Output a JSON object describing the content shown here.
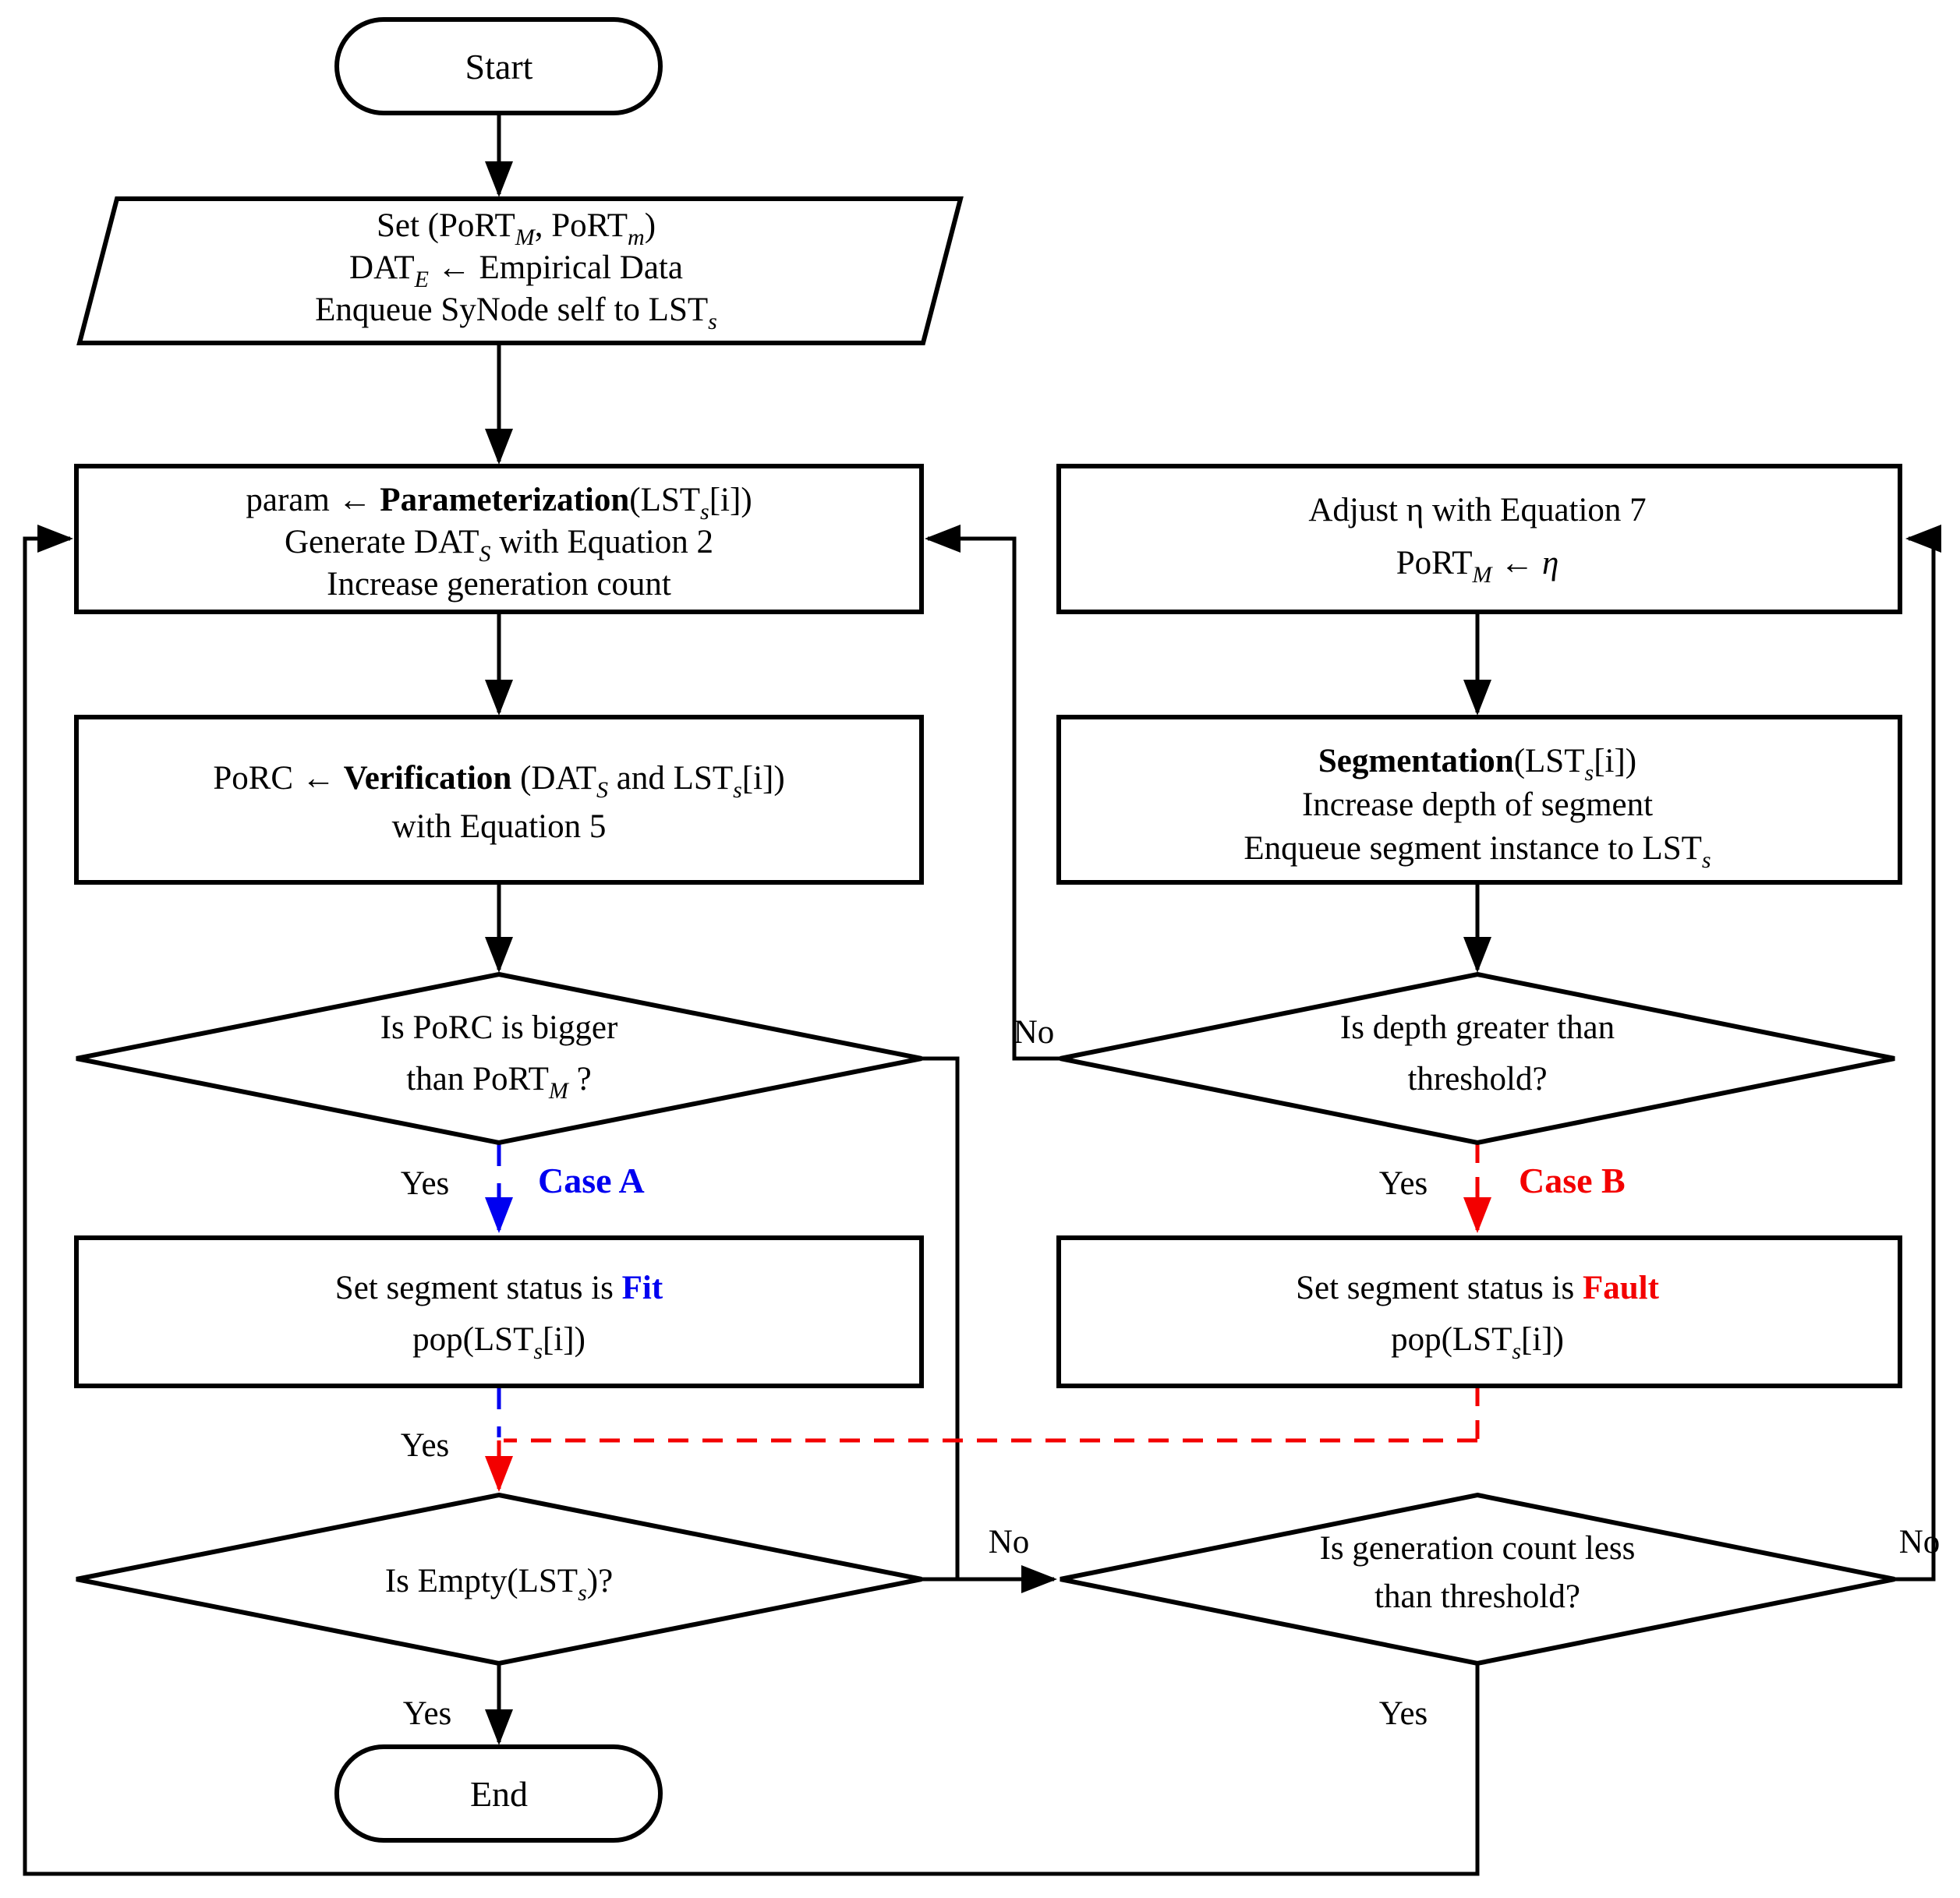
{
  "colors": {
    "accent_blue": "#0000f0",
    "accent_red": "#f30000",
    "line": "#000000",
    "background": "#ffffff"
  },
  "nodes": {
    "start": {
      "label": "Start"
    },
    "init": {
      "l1a": "Set (PoRT",
      "l1sub1": "M",
      "l1b": ", PoRT",
      "l1sub2": "m",
      "l1c": ")",
      "l2a": "DAT",
      "l2sub": "E",
      "l2b": " ← Empirical Data",
      "l3a": "Enqueue SyNode self to LST",
      "l3sub": "s"
    },
    "parameterization": {
      "l1a": "param ← ",
      "l1bold": "Parameterization",
      "l1b": "(LST",
      "l1sub": "s",
      "l1c": "[i])",
      "l2a": "Generate DAT",
      "l2sub": "S",
      "l2b": " with Equation 2",
      "l3": "Increase generation count"
    },
    "verification": {
      "l1a": "PoRC ← ",
      "l1bold": "Verification",
      "l1b": " (DAT",
      "l1sub1": "S",
      "l1c": " and LST",
      "l1sub2": "s",
      "l1d": "[i])",
      "l2": "with Equation 5"
    },
    "porc_decision": {
      "l1": "Is PoRC is bigger",
      "l2a": "than PoRT",
      "l2sub": "M",
      "l2b": " ?"
    },
    "fit": {
      "l1a": "Set segment status is ",
      "l1status": "Fit",
      "l2a": "pop(LST",
      "l2sub": "s",
      "l2b": "[i])"
    },
    "empty_decision": {
      "l1a": "Is Empty(LST",
      "l1sub": "s",
      "l1b": ")?"
    },
    "end": {
      "label": "End"
    },
    "adjust": {
      "l1": "Adjust η with Equation 7",
      "l2a": "PoRT",
      "l2sub": "M",
      "l2b": " ← ",
      "l2eta": "η"
    },
    "segmentation": {
      "l1bold": "Segmentation",
      "l1a": "(LST",
      "l1sub": "s",
      "l1b": "[i])",
      "l2": "Increase depth of segment",
      "l3a": "Enqueue segment instance to LST",
      "l3sub": "s"
    },
    "depth_decision": {
      "l1": "Is depth greater than",
      "l2": "threshold?"
    },
    "fault": {
      "l1a": "Set segment status is ",
      "l1status": "Fault",
      "l2a": "pop(LST",
      "l2sub": "s",
      "l2b": "[i])"
    },
    "generation_decision": {
      "l1": "Is generation count less",
      "l2": "than threshold?"
    }
  },
  "edges": {
    "porc_yes": "Yes",
    "case_a": "Case A",
    "fit_yes": "Yes",
    "empty_yes": "Yes",
    "join_no": "No",
    "depth_no": "No",
    "depth_yes": "Yes",
    "case_b": "Case B",
    "gen_no_right": "No",
    "gen_yes": "Yes"
  }
}
